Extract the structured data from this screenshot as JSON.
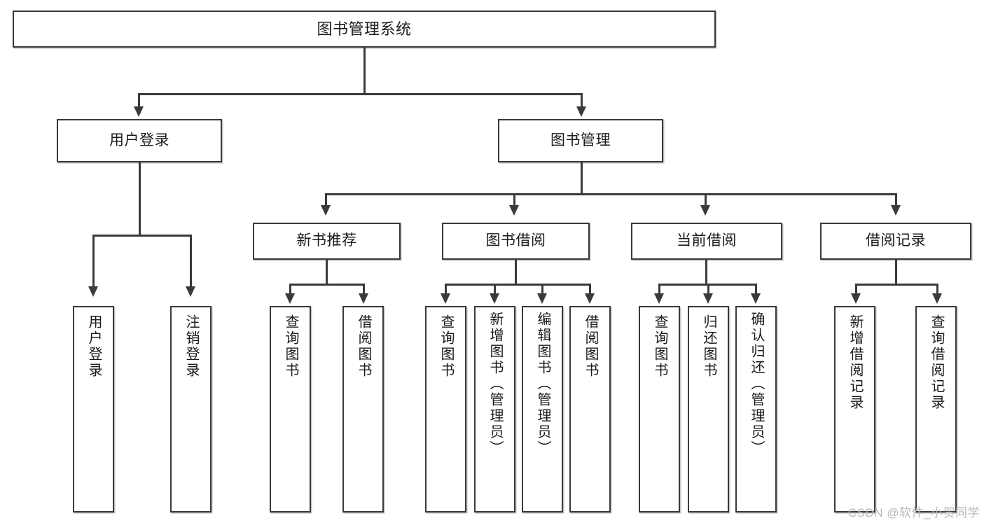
{
  "diagram": {
    "title": "图书管理系统",
    "root": {
      "label": "图书管理系统"
    },
    "level2": [
      {
        "label": "用户登录"
      },
      {
        "label": "图书管理"
      }
    ],
    "level3": [
      {
        "label": "新书推荐"
      },
      {
        "label": "图书借阅"
      },
      {
        "label": "当前借阅"
      },
      {
        "label": "借阅记录"
      }
    ],
    "leaves": {
      "user_login": [
        {
          "label": "用户登录"
        },
        {
          "label": "注销登录"
        }
      ],
      "new_book_recommend": [
        {
          "label": "查询图书"
        },
        {
          "label": "借阅图书"
        }
      ],
      "book_borrow": [
        {
          "label": "查询图书"
        },
        {
          "label": "新增图书（管理员）"
        },
        {
          "label": "编辑图书（管理员）"
        },
        {
          "label": "借阅图书"
        }
      ],
      "current_borrow": [
        {
          "label": "查询图书"
        },
        {
          "label": "归还图书"
        },
        {
          "label": "确认归还（管理员）"
        }
      ],
      "borrow_record": [
        {
          "label": "新增借阅记录"
        },
        {
          "label": "查询借阅记录"
        }
      ]
    }
  },
  "watermark": {
    "text": "CSDN @软件_小贺同学"
  },
  "colors": {
    "stroke": "#3a3a3a",
    "background": "#ffffff",
    "text": "#1b1b1b",
    "watermark": "#b9b9b9"
  }
}
